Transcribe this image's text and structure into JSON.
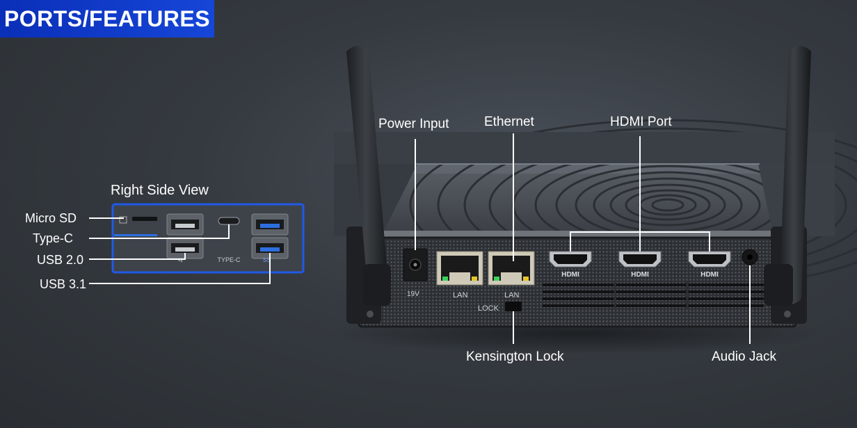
{
  "header": {
    "title": "PORTS/FEATURES"
  },
  "side_view": {
    "title": "Right Side View",
    "labels": {
      "micro_sd": "Micro SD",
      "type_c": "Type-C",
      "usb20": "USB 2.0",
      "usb31": "USB 3.1"
    },
    "silk": {
      "type_c": "TYPE-C",
      "ss": "SS"
    }
  },
  "rear_view": {
    "callouts": {
      "power": "Power Input",
      "ethernet": "Ethernet",
      "hdmi": "HDMI Port",
      "kensington": "Kensington Lock",
      "audio": "Audio Jack"
    },
    "silk": {
      "lan": "LAN",
      "lock": "LOCK",
      "hdmi": "HDMI",
      "voltage": "19V"
    }
  },
  "colors": {
    "accent": "#1646d8",
    "usb3_blue": "#2d6fe0"
  }
}
